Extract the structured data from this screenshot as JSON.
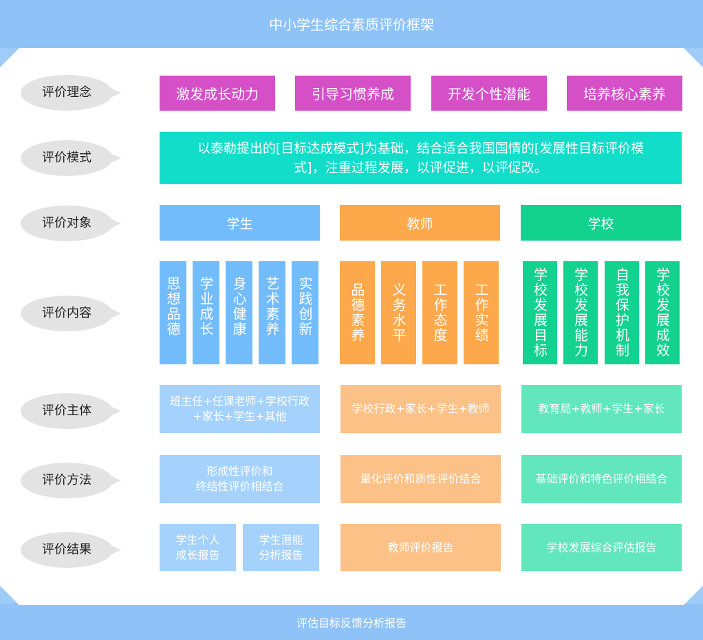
{
  "title": "中小学生综合素质评价框架",
  "footer": "评估目标反馈分析报告",
  "rows": {
    "concept": "评价理念",
    "mode": "评价模式",
    "object": "评价对象",
    "content": "评价内容",
    "subject": "评价主体",
    "method": "评价方法",
    "result": "评价结果"
  },
  "concepts": [
    "激发成长动力",
    "引导习惯养成",
    "开发个性潜能",
    "培养核心素养"
  ],
  "mode_text": "以泰勒提出的[目标达成模式]为基础，结合适合我国国情的[发展性目标评价模式]，注重过程发展，以评促进，以评促改。",
  "objects": [
    "学生",
    "教师",
    "学校"
  ],
  "content": {
    "student": [
      "思想品德",
      "学业成长",
      "身心健康",
      "艺术素养",
      "实践创新"
    ],
    "teacher": [
      "品德素养",
      "义务水平",
      "工作态度",
      "工作实绩"
    ],
    "school": [
      "学校发展目标",
      "学校发展能力",
      "自我保护机制",
      "学校发展成效"
    ]
  },
  "subjects": {
    "student_line1": "班主任+任课老师+学校行政",
    "student_line2": "+家长+学生+其他",
    "teacher": "学校行政+家长+学生+教师",
    "school": "教育局+教师+学生+家长"
  },
  "methods": {
    "student_line1": "形成性评价和",
    "student_line2": "终结性评价相结合",
    "teacher": "量化评价和质性评价结合",
    "school": "基础评价和特色评价相结合"
  },
  "results": {
    "student_a_line1": "学生个人",
    "student_a_line2": "成长报告",
    "student_b_line1": "学生潜能",
    "student_b_line2": "分析报告",
    "teacher": "教师评价报告",
    "school": "学校发展综合评估报告"
  },
  "colors": {
    "header_band": "#8fc3f8",
    "concept": "#d54fc7",
    "mode": "#12ddc9",
    "student": "#72bcfb",
    "teacher": "#fca84b",
    "school": "#13d18f",
    "label_bubble": "#e3e3e3"
  }
}
